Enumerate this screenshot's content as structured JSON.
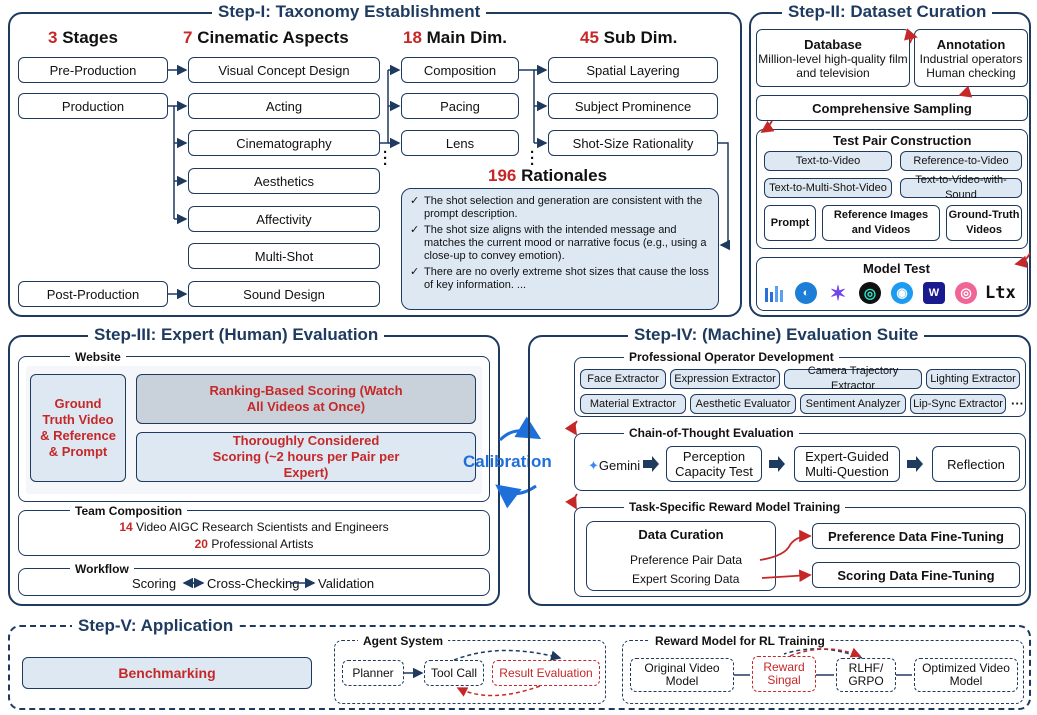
{
  "step1": {
    "title": "Step-I: Taxonomy Establishment",
    "headers": {
      "stages_num": "3",
      "stages_label": " Stages",
      "aspects_num": "7",
      "aspects_label": " Cinematic Aspects",
      "main_num": "18",
      "main_label": " Main Dim.",
      "sub_num": "45",
      "sub_label": " Sub Dim."
    },
    "stages": [
      "Pre-Production",
      "Production",
      "Post-Production"
    ],
    "aspects": [
      "Visual Concept Design",
      "Acting",
      "Cinematography",
      "Aesthetics",
      "Affectivity",
      "Multi-Shot",
      "Sound Design"
    ],
    "main_dims": [
      "Composition",
      "Pacing",
      "Lens"
    ],
    "sub_dims": [
      "Spatial Layering",
      "Subject Prominence",
      "Shot-Size Rationality"
    ],
    "rationales_num": "196",
    "rationales_label": " Rationales",
    "rationales": [
      "The shot selection and generation are consistent with the prompt description.",
      "The shot size aligns with the intended message and matches the current mood or narrative focus (e.g., using a close-up to convey emotion).",
      "There are no overly extreme shot sizes that cause the loss of key information. ..."
    ]
  },
  "step2": {
    "title": "Step-II: Dataset Curation",
    "database_title": "Database",
    "database_text": "Million-level high-quality film and television",
    "annotation_title": "Annotation",
    "annotation_text": "Industrial operators Human checking",
    "sampling": "Comprehensive Sampling",
    "test_pair_title": "Test Pair Construction",
    "tasks": [
      "Text-to-Video",
      "Reference-to-Video",
      "Text-to-Multi-Shot-Video",
      "Text-to-Video-with-Sound"
    ],
    "prompt": "Prompt",
    "reference": "Reference Images and Videos",
    "ground_truth": "Ground-Truth Videos",
    "model_test": "Model Test",
    "model_icons": [
      "bars-logo-icon",
      "swirl-logo-icon",
      "star-logo-icon",
      "ring-logo-icon",
      "spiral-logo-icon",
      "w-logo-icon",
      "orb-logo-icon",
      "ltx-logo-icon"
    ],
    "ltx_label": "Ltx"
  },
  "step3": {
    "title": "Step-III: Expert (Human) Evaluation",
    "website": "Website",
    "gt_block": "Ground Truth Video & Reference & Prompt",
    "ranking": "Ranking-Based Scoring (Watch All Videos at Once)",
    "thorough": "Thoroughly Considered Scoring (~2 hours per Pair per Expert)",
    "team_title": "Team Composition",
    "team_line1_num": "14",
    "team_line1": " Video AIGC Research Scientists and Engineers",
    "team_line2_num": "20",
    "team_line2": " Professional Artists",
    "workflow_title": "Workflow",
    "workflow": [
      "Scoring",
      "Cross-Checking",
      "Validation"
    ]
  },
  "calibration": "Calibration",
  "step4": {
    "title": "Step-IV: (Machine) Evaluation Suite",
    "pod_title": "Professional Operator Development",
    "operators_row1": [
      "Face Extractor",
      "Expression Extractor",
      "Camera Trajectory Extractor",
      "Lighting Extractor"
    ],
    "operators_row2": [
      "Material Extractor",
      "Aesthetic Evaluator",
      "Sentiment Analyzer",
      "Lip-Sync Extractor"
    ],
    "more": "···",
    "cot_title": "Chain-of-Thought Evaluation",
    "gemini": "Gemini",
    "cot_steps": [
      "Perception Capacity Test",
      "Expert-Guided Multi-Question",
      "Reflection"
    ],
    "reward_title": "Task-Specific Reward Model Training",
    "data_curation": "Data Curation",
    "pref_data": "Preference Pair Data",
    "expert_data": "Expert Scoring Data",
    "pref_ft": "Preference Data Fine-Tuning",
    "score_ft": "Scoring Data Fine-Tuning"
  },
  "step5": {
    "title": "Step-V: Application",
    "benchmarking": "Benchmarking",
    "agent_title": "Agent System",
    "agent_nodes": [
      "Planner",
      "Tool Call",
      "Result Evaluation"
    ],
    "rl_title": "Reward Model for RL Training",
    "rl_nodes": [
      "Original Video Model",
      "Reward Singal",
      "RLHF/ GRPO",
      "Optimized Video Model"
    ]
  },
  "colors": {
    "accent": "#1e3a5f",
    "highlight": "#c62828",
    "calibration": "#1e6fd9",
    "light_fill": "#dde8f3"
  }
}
